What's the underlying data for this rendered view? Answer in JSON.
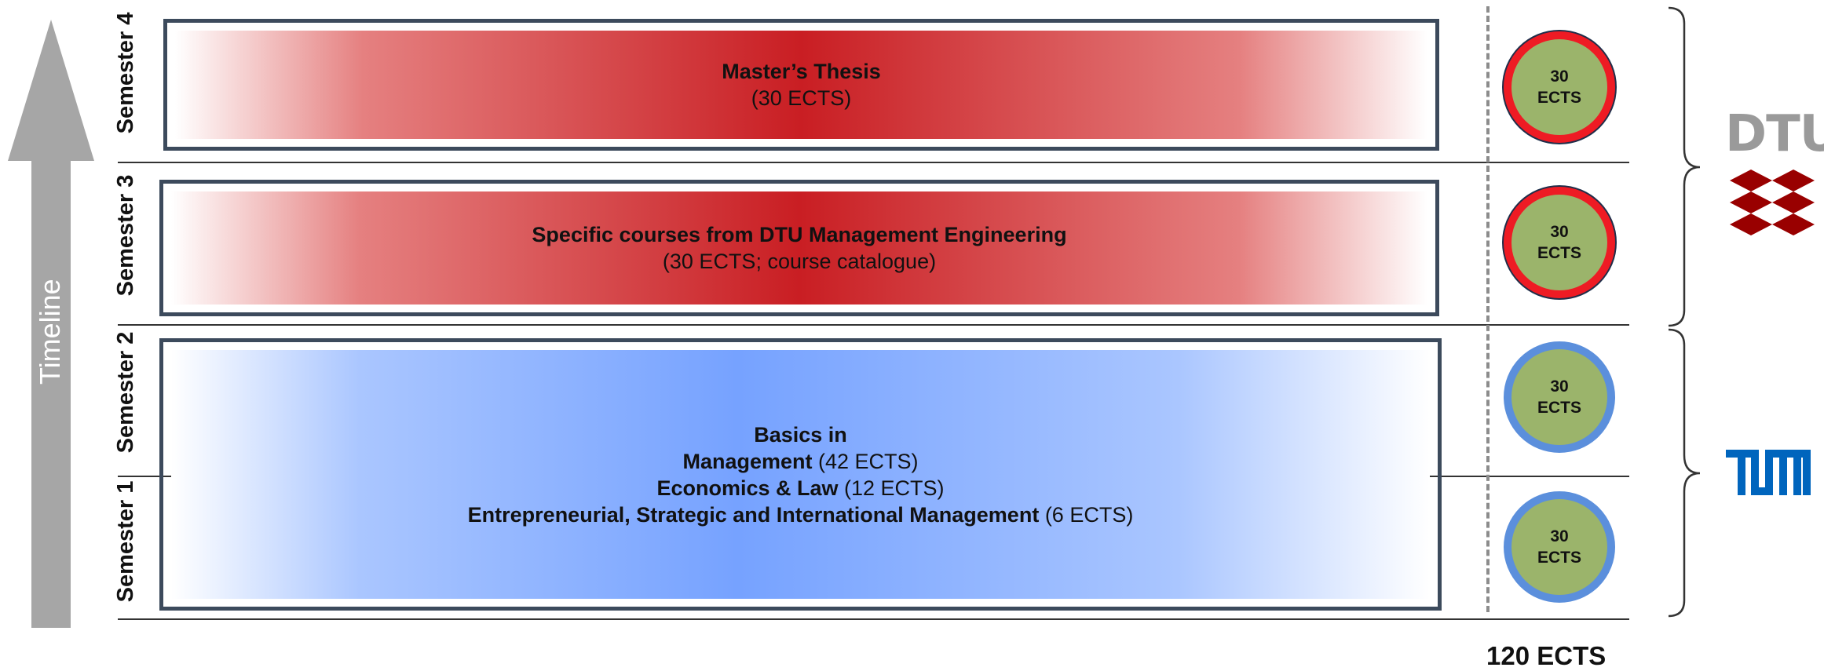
{
  "timeline": {
    "label": "Timeline"
  },
  "semesters": [
    {
      "label": "Semester 4"
    },
    {
      "label": "Semester 3"
    },
    {
      "label": "Semester 2"
    },
    {
      "label": "Semester 1"
    }
  ],
  "boxes": {
    "thesis": {
      "title": "Master’s Thesis",
      "detail": "(30 ECTS)"
    },
    "dtu_courses": {
      "title": "Specific courses from DTU Management Engineering",
      "detail": "(30 ECTS; course catalogue)"
    },
    "basics": {
      "line1": "Basics in",
      "management_label": "Management",
      "management_ects": " (42 ECTS)",
      "economics_label": "Economics & Law",
      "economics_ects": " (12 ECTS)",
      "entre_label": "Entrepreneurial, Strategic and International Management",
      "entre_ects": " (6 ECTS)"
    }
  },
  "credits": [
    {
      "line1": "30",
      "line2": "ECTS",
      "style": "red"
    },
    {
      "line1": "30",
      "line2": "ECTS",
      "style": "red"
    },
    {
      "line1": "30",
      "line2": "ECTS",
      "style": "blue"
    },
    {
      "line1": "30",
      "line2": "ECTS",
      "style": "blue"
    }
  ],
  "total": "120 ECTS",
  "logos": {
    "dtu": "DTU",
    "tum": "TUM"
  },
  "colors": {
    "red": "#c91e23",
    "blue": "#76a2ff",
    "circle_fill": "#9bb46b",
    "arrow": "#a6a6a6",
    "tum_blue": "#0065bd",
    "dtu_red": "#990000"
  }
}
